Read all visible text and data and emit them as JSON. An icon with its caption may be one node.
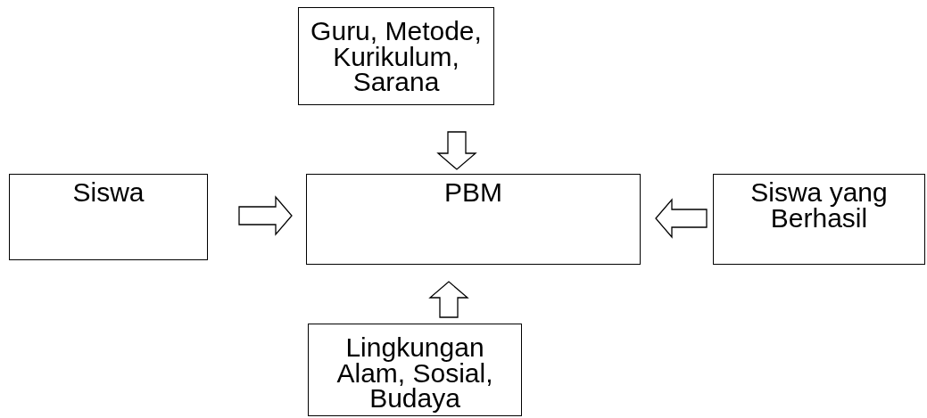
{
  "diagram": {
    "nodes": [
      {
        "text": [
          "Guru, Metode, Kurikulum, Sarana"
        ]
      },
      {
        "text": [
          "Siswa"
        ]
      },
      {
        "text": [
          "PBM"
        ]
      },
      {
        "text": [
          "Siswa yang Berhasil"
        ]
      },
      {
        "text": [
          "Lingkungan Alam, Sosial, Budaya"
        ]
      }
    ],
    "edges": [
      {
        "from": 0,
        "to": 2,
        "arrow": "to"
      },
      {
        "from": 1,
        "to": 2,
        "arrow": "to"
      },
      {
        "from": 3,
        "to": 2,
        "arrow": "to"
      },
      {
        "from": 4,
        "to": 2,
        "arrow": "to"
      }
    ]
  }
}
